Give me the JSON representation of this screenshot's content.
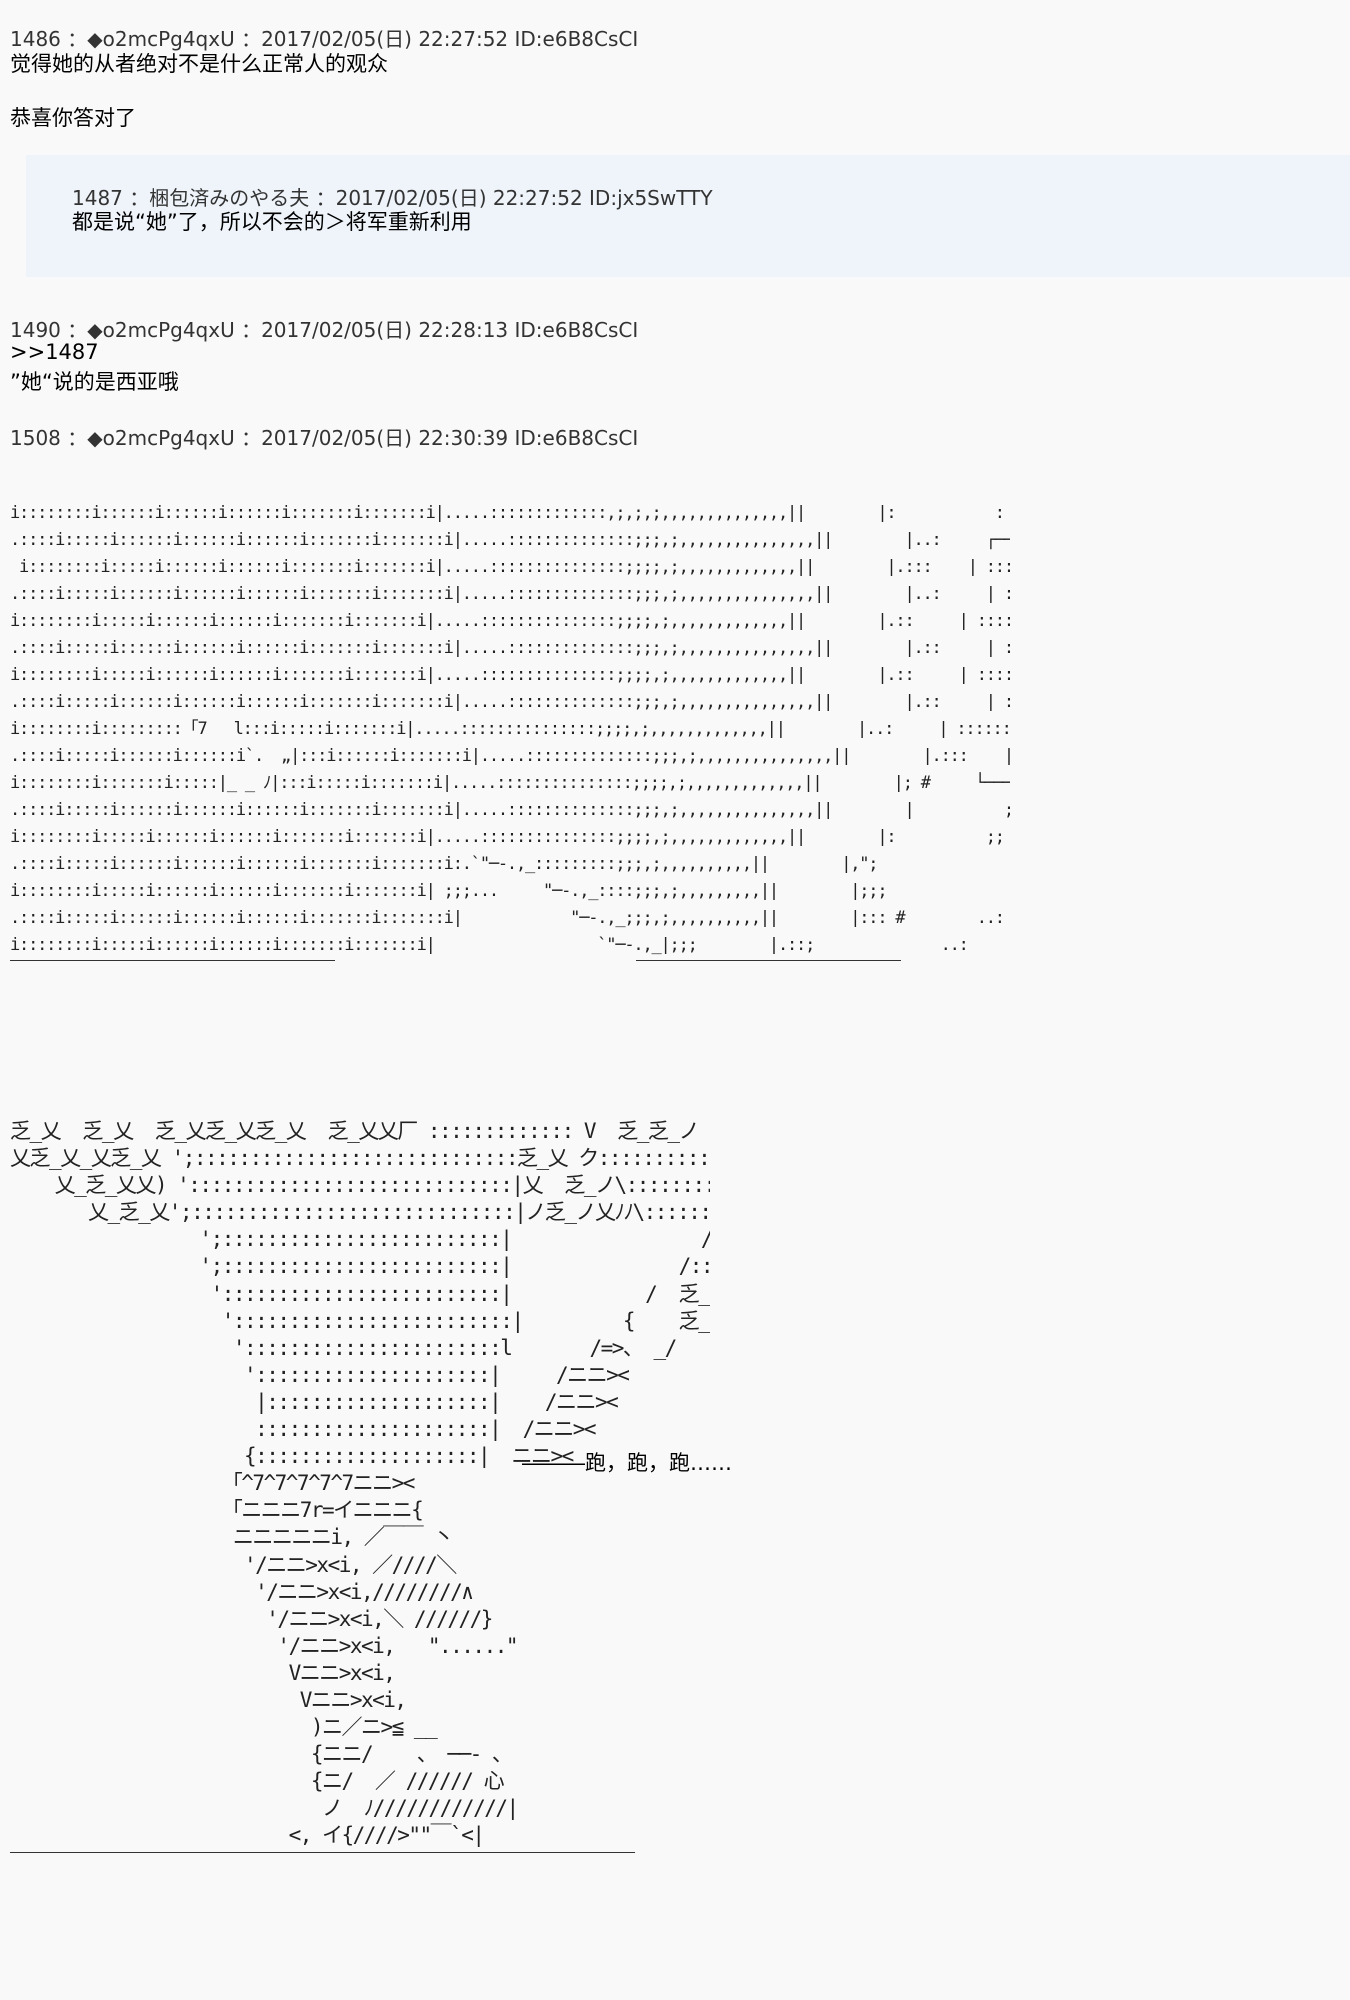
{
  "posts": [
    {
      "header": "1486 ：◆o2mcPg4qxU ：2017/02/05(日) 22:27:52 ID:e6B8CsCI",
      "lines": [
        "觉得她的从者绝对不是什么正常人的观众",
        "",
        "恭喜你答对了"
      ]
    },
    {
      "header": "1490 ：◆o2mcPg4qxU ：2017/02/05(日) 22:28:13 ID:e6B8CsCI",
      "lines": [
        ">>1487",
        "”她“说的是西亚哦"
      ]
    },
    {
      "header": "1508 ：◆o2mcPg4qxU ：2017/02/05(日) 22:30:39 ID:e6B8CsCI",
      "lines": []
    }
  ],
  "quote": {
    "header": "1487 ：梱包済みのやる夫 ：2017/02/05(日) 22:27:52 ID:jx5SwTTY",
    "body": "都是说“她”了，所以不会的＞将军重新利用"
  },
  "ascii_art": {
    "scene": "i::::::::i::::::i::::::i::::::i:::::::i:::::::i|.....:::::::::::::,;,;,;,,,,,,,,,,,,,,||        |:           :     ;;           ;   „     :\n.::::i:::::i::::::i::::::i::::::i:::::::i:::::::i|.....::::::::::::::;;;,;,,,,,,,,,,,,,,,||        |..:     ┌─────────────────────\n i::::::::i:::::i::::::i::::::i:::::::i:::::::i|.....:::::::::::::::;;;;,;,,,,,,,,,,,,,||        |.:::    | ::::::::::::::::::: : : . .\n.::::i:::::i::::::i::::::i::::::i:::::::i:::::::i|.....::::::::::::::;;;,;,,,,,,,,,,,,,,,||        |..:     | ::::::::::::: : : . .\ni::::::::i:::::i::::::i::::::i:::::::i:::::::i|.....:::::::::::::::;;;;,;,,,,,,,,,,,,,||        |.::     | ::::::::::: : : . .\n.::::i:::::i::::::i::::::i::::::i:::::::i:::::::i|.....::::::::::::::;;;,;,,,,,,,,,,,,,,,||        |.::     | :::::::::: : : .\ni::::::::i:::::i::::::i::::::i:::::::i:::::::i|.....:::::::::::::::;;;;,;,,,,,,,,,,,,,||        |.::     | ::::::::: : : .\n.::::i:::::i::::::i::::::i::::::i:::::::i:::::::i|.....::::::::::::::;;;,;,,,,,,,,,,,,,,,||        |.::     | :::::::::: : : .\ni::::::::i:::::::::「7   l:::i:::::i:::::::i|.....:::::::::::::::;;;;,;,,,,,,,,,,,,,||        |..:     | ::::::::::::: : : . .\n.::::i:::::i::::::i::::::i`.  „|:::i::::::i:::::::i|.....::::::::::::::;;;,;,,,,,,,,,,,,,,,||        |.:::    | ::::::::::::::::::: : : . .\ni::::::::i:::::::i:::::|_ _ ﾉ|:::i:::::i:::::::i|.....:::::::::::::::;;;;,;,,,,,,,,,,,,,||        |; #     └───────────────────────\n.::::i:::::i::::::i::::::i::::::i:::::::i:::::::i|.....::::::::::::::;;;,;,,,,,,,,,,,,,,,||        |          ;;                               :\ni::::::::i:::::i::::::i::::::i:::::::i:::::::i|.....:::::::::::::::;;;;,;,,,,,,,,,,,,,||        |:          ;;      ;    „                   ::\n.::::i:::::i::::::i::::::i::::::i:::::::i:::::::i:.`\"─-.,_:::::::::;;;,;,,,,,,,,,,||        |,\";                                           ...;;;\ni::::::::i:::::i::::::i::::::i:::::::i:::::::i| ;;;...     \"─-.,_::::;;;,;,,,,,,,,,||        |;;;\n.::::i:::::i::::::i::::::i::::::i:::::::i:::::::i|            \"─-.,_;;;,;,,,,,,,,,,||        |::: #        ..:                            „   ;;...\ni::::::::i:::::i::::::i::::::i:::::::i:::::::i|                  `\"─-.,_|;;;        |.::;              ..:        ..:        .  „„  ;;#....;",
    "runner": "乏_乂  乏_乂  乏_乂乏_乂乏_乂  乏_乂乂厂 ::::::::::::: V  乏_乏_ノ\n乂乏_乂_乂乏_乂 ';:::::::::::::::::::::::::::::乏_乂 ク:::::::::::::::::::::::V ノ乏_厂\n    乂_乏_乂乂) ':::::::::::::::::::::::::::::|乂  乏_ノ\\::::::::::::::::::::::V ノ\n       乂_乏_乂';:::::::::::::::::::::::::::::|ノ乏_ノ乂ﾉﾉ\\:::::::::::::::::::::.\n                 ';:::::::::::::::::::::::::|                 /:::::::::::::::::::}\n                 ';:::::::::::::::::::::::::|               /:::::::::::::::::::/\n                  ':::::::::::::::::::::::::|            /  乏_::::::::::::::/\n                   ':::::::::::::::::::::::::|         {    乏_;;;;;;.ィ\n                    ':::::::::::::::::::::::l       /=>、 _/\n                     ':::::::::::::::::::::|     /ニニ><\n                      |::::::::::::::::::::|    /ニニ><\n                      :::::::::::::::::::::|  /ニニ><\n                     {::::::::::::::::::::|  ニニ><\n                   「^7^7^7^7^7ニニ><\n                   「ニニニ7r=イニニニ{\n                    ニニニニニi, ／￣￣ 丶\n                     '/ニニ>x<i, ／////＼\n                      '/ニニ>x<i,////////∧\n                       '/ニニ>x<i,＼ //////}\n                        '/ニニ>x<i,   \"......\"\n                         Vニニ>x<i,\n                          Vニニ>x<i,\n                           )ニ／ニ>≦ __\n                           {ニニ/    、 ──- 、\n                           {ニ/  ／ ////// 心\n                            ノ  ﾉ////////////|\n                         <, イ{////>\"\"￣`<|"
  },
  "caption": "―――跑，跑，跑……"
}
